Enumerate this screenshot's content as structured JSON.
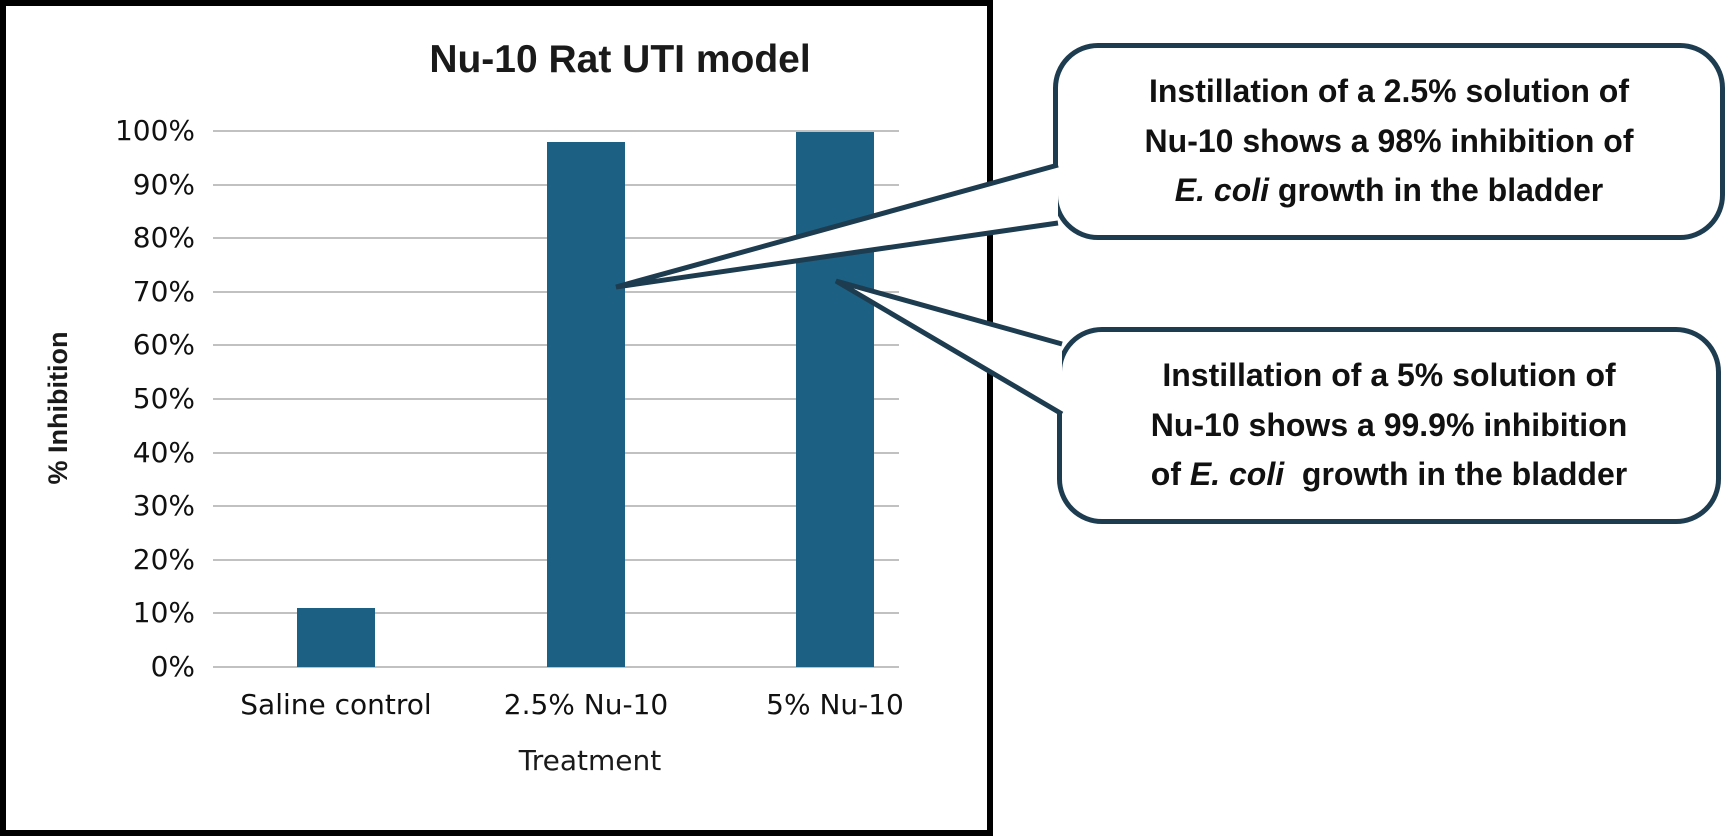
{
  "chart_data": {
    "type": "bar",
    "title": "Nu-10 Rat UTI model",
    "xlabel": "Treatment",
    "ylabel": "% Inhibition",
    "categories": [
      "Saline control",
      "2.5% Nu-10",
      "5% Nu-10"
    ],
    "values": [
      11,
      98,
      99.9
    ],
    "ylim": [
      0,
      100
    ],
    "yticks": [
      "100%",
      "90%",
      "80%",
      "70%",
      "60%",
      "50%",
      "40%",
      "30%",
      "20%",
      "10%",
      "0%"
    ],
    "grid": true,
    "legend": "none",
    "bar_color": "#1c6183",
    "gridline_color": "#c1c1c1",
    "frame_border_color": "#000000",
    "annotations": [
      {
        "line1": "Instillation of a 2.5% solution of",
        "line2": "Nu-10 shows a 98% inhibition of",
        "line3_before": "",
        "line3_italic": "E. coli",
        "line3_after": " growth in the bladder",
        "points_to": "2.5% Nu-10 bar"
      },
      {
        "line1": "Instillation of a 5% solution of",
        "line2": "Nu-10 shows a 99.9% inhibition",
        "line3_before": "of ",
        "line3_italic": "E. coli",
        "line3_after": "  growth in the bladder",
        "points_to": "5% Nu-10 bar"
      }
    ],
    "callout_border_color": "#1e3c50"
  }
}
